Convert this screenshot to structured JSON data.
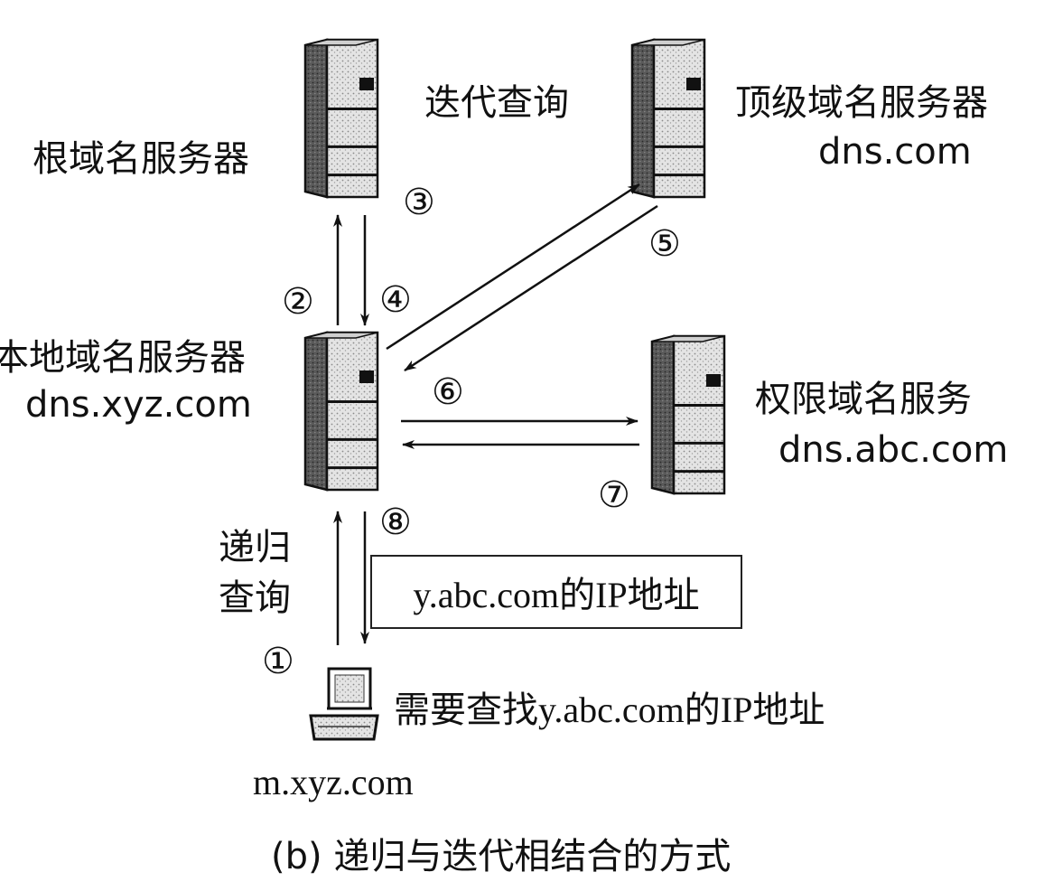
{
  "nodes": {
    "root": {
      "label": "根域名服务器"
    },
    "iterative_query": "迭代查询",
    "tld": {
      "label": "顶级域名服务器",
      "domain": "dns.com"
    },
    "local": {
      "label": "本地域名服务器",
      "domain": "dns.xyz.com"
    },
    "authoritative": {
      "label": "权限域名服务",
      "domain": "dns.abc.com"
    },
    "recursive_query_line1": "递归",
    "recursive_query_line2": "查询",
    "client": {
      "domain": "m.xyz.com",
      "note": "需要查找y.abc.com的IP地址"
    }
  },
  "result_box": "y.abc.com的IP地址",
  "steps": [
    "①",
    "②",
    "③",
    "④",
    "⑤",
    "⑥",
    "⑦",
    "⑧"
  ],
  "caption": "(b) 递归与迭代相结合的方式",
  "colors": {
    "ink": "#111111",
    "server_light": "#e6e6e6",
    "server_dark": "#4a4a4a"
  },
  "icons": [
    "server-icon",
    "computer-icon",
    "arrow"
  ]
}
